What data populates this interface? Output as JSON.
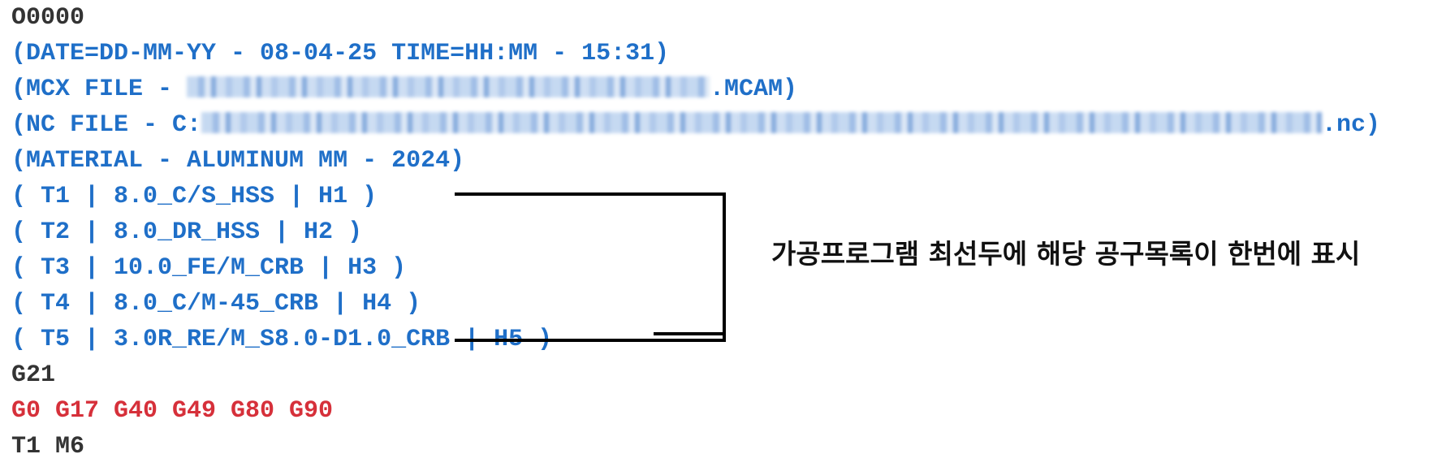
{
  "program": {
    "lines": [
      {
        "text": "O0000",
        "color": "dark"
      },
      {
        "text": "(DATE=DD-MM-YY - 08-04-25 TIME=HH:MM - 15:31)",
        "color": "blue"
      },
      {
        "prefix": "(MCX FILE - ",
        "suffix": ".MCAM)",
        "color": "blue",
        "redacted": true
      },
      {
        "prefix": "(NC FILE - C:",
        "suffix": ".nc)",
        "color": "blue",
        "redacted": true
      },
      {
        "text": "(MATERIAL - ALUMINUM MM - 2024)",
        "color": "blue"
      },
      {
        "text": "( T1 | 8.0_C/S_HSS | H1 )",
        "color": "blue"
      },
      {
        "text": "( T2 | 8.0_DR_HSS | H2 )",
        "color": "blue"
      },
      {
        "text": "( T3 | 10.0_FE/M_CRB | H3 )",
        "color": "blue"
      },
      {
        "text": "( T4 | 8.0_C/M-45_CRB | H4 )",
        "color": "blue"
      },
      {
        "text": "( T5 | 3.0R_RE/M_S8.0-D1.0_CRB | H5 )",
        "color": "blue"
      },
      {
        "text": "G21",
        "color": "dark"
      },
      {
        "text": "G0 G17 G40 G49 G80 G90",
        "color": "red"
      },
      {
        "text": "T1 M6",
        "color": "dark"
      }
    ]
  },
  "annotation": {
    "text": "가공프로그램 최선두에 해당 공구목록이 한번에 표시"
  },
  "colors": {
    "dark": "#333333",
    "blue": "#1f6fc8",
    "red": "#d6303a",
    "bracket": "#000000"
  }
}
